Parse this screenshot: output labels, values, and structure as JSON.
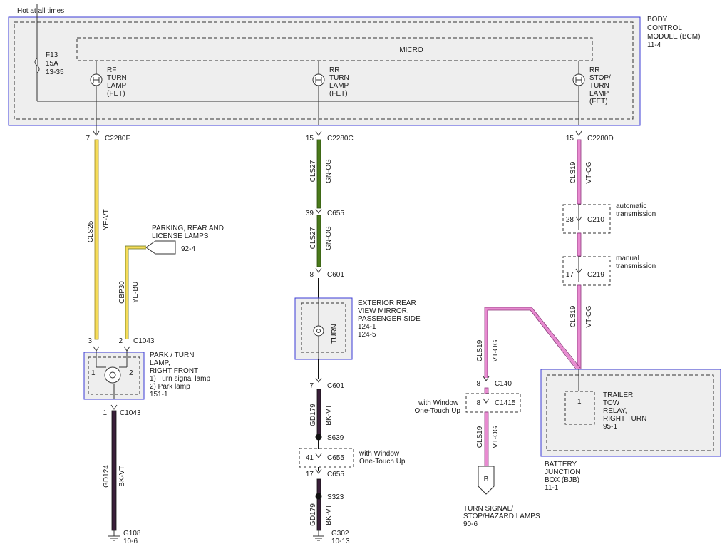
{
  "hot_label": "Hot at all times",
  "bcm": {
    "line1": "BODY",
    "line2": "CONTROL",
    "line3": "MODULE (BCM)",
    "page": "11-4"
  },
  "micro": "MICRO",
  "fuse": {
    "id": "F13",
    "amps": "15A",
    "ref": "13-35"
  },
  "fets": [
    {
      "l1": "RF",
      "l2": "TURN",
      "l3": "LAMP",
      "l4": "(FET)",
      "l5": ""
    },
    {
      "l1": "RR",
      "l2": "TURN",
      "l3": "LAMP",
      "l4": "(FET)",
      "l5": ""
    },
    {
      "l1": "RR",
      "l2": "STOP/",
      "l3": "TURN",
      "l4": "LAMP",
      "l5": "(FET)"
    }
  ],
  "conn": {
    "c2280f_pin": "7",
    "c2280f": "C2280F",
    "c2280c_pin": "15",
    "c2280c": "C2280C",
    "c2280d_pin": "15",
    "c2280d": "C2280D",
    "c655a_pin": "39",
    "c655a": "C655",
    "c601a_pin": "8",
    "c601a": "C601",
    "c601b_pin": "7",
    "c601b": "C601",
    "c655b_pin": "41",
    "c655b": "C655",
    "c655c_pin": "17",
    "c655c": "C655",
    "c1043a_pin3": "3",
    "c1043a_pin2": "2",
    "c1043a": "C1043",
    "c1043b_pin": "1",
    "c1043b": "C1043",
    "c210_pin": "28",
    "c210": "C210",
    "c219_pin": "17",
    "c219": "C219",
    "c140_pin": "8",
    "c140": "C140",
    "c1415_pin": "8",
    "c1415": "C1415",
    "bjb_pin": "1"
  },
  "splices": {
    "s639": "S639",
    "s323": "S323"
  },
  "wires": {
    "cls25": "CLS25",
    "yevt": "YE-VT",
    "cbp30": "CBP30",
    "yebu": "YE-BU",
    "cls27a": "CLS27",
    "gnoga": "GN-OG",
    "cls27b": "CLS27",
    "gnogb": "GN-OG",
    "gd179a": "GD179",
    "bkvta": "BK-VT",
    "gd179b": "GD179",
    "bkvtb": "BK-VT",
    "gd124": "GD124",
    "bkvtc": "BK-VT",
    "cls19a": "CLS19",
    "vtoga": "VT-OG",
    "cls19b": "CLS19",
    "vtogb": "VT-OG",
    "cls19c": "CLS19",
    "vtogc": "VT-OG",
    "cls19d": "CLS19",
    "vtogd": "VT-OG"
  },
  "parking": {
    "l1": "PARKING, REAR AND",
    "l2": "LICENSE LAMPS",
    "ref": "92-4"
  },
  "park_turn": {
    "l1": "PARK / TURN",
    "l2": "LAMP,",
    "l3": "RIGHT FRONT",
    "l4": "1) Turn signal lamp",
    "l5": "2) Park lamp",
    "ref": "151-1",
    "pin1": "1",
    "pin2": "2"
  },
  "mirror": {
    "l1": "EXTERIOR REAR",
    "l2": "VIEW MIRROR,",
    "l3": "PASSENGER SIDE",
    "ref1": "124-1",
    "ref2": "124-5",
    "turn": "TURN"
  },
  "auto_trans": {
    "l1": "automatic",
    "l2": "transmission"
  },
  "man_trans": {
    "l1": "manual",
    "l2": "transmission"
  },
  "window_a": {
    "l1": "with Window",
    "l2": "One-Touch Up"
  },
  "window_b": {
    "l1": "with Window",
    "l2": "One-Touch Up"
  },
  "trailer": {
    "l1": "TRAILER",
    "l2": "TOW",
    "l3": "RELAY,",
    "l4": "RIGHT TURN",
    "ref": "95-1"
  },
  "bjb": {
    "l1": "BATTERY",
    "l2": "JUNCTION",
    "l3": "BOX (BJB)",
    "ref": "11-1"
  },
  "turn_signal": {
    "l1": "TURN SIGNAL/",
    "l2": "STOP/HAZARD LAMPS",
    "ref": "90-6",
    "conn": "B"
  },
  "grounds": {
    "g108": "G108",
    "g108_ref": "10-6",
    "g302": "G302",
    "g302_ref": "10-13"
  },
  "colors": {
    "box_border": "#3b3bd6",
    "box_fill": "#eeeeee",
    "yellow": "#f5dc5a",
    "green": "#4a7a1a",
    "pink": "#e88ad0",
    "violet": "#3a1f3a"
  }
}
